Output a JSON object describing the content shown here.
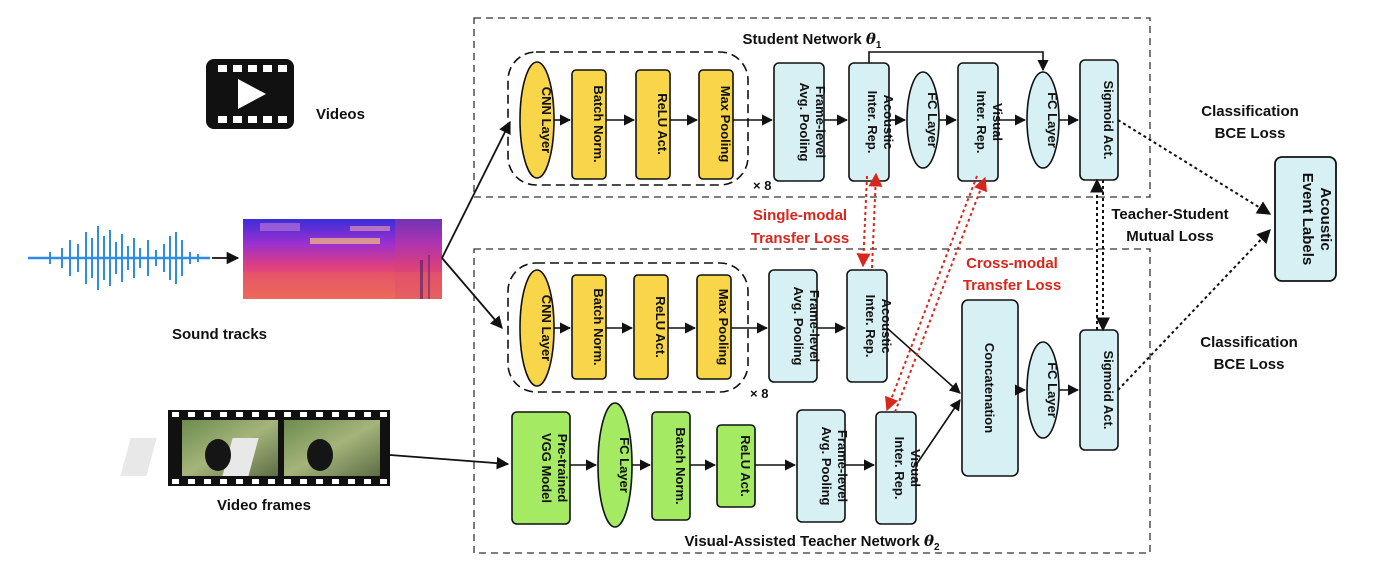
{
  "colors": {
    "yellow": "#f9d649",
    "blue": "#d6f0f4",
    "green": "#a4ea62",
    "red_arrow": "#d9261c"
  },
  "inputs": {
    "videos_label": "Videos",
    "sound_label": "Sound tracks",
    "frames_label": "Video frames",
    "video_icon": "play-video-icon"
  },
  "student": {
    "title": "Student Network",
    "theta": "θ",
    "theta_sub": "1",
    "repeat": "× 8",
    "blocks": {
      "cnn": "CNN Layer",
      "bn": "Batch Norm.",
      "relu": "ReLU Act.",
      "pool": "Max Pooling",
      "frame_pool": [
        "Frame-level",
        "Avg. Pooling"
      ],
      "acoustic": [
        "Acoustic",
        "Inter. Rep."
      ],
      "fc1": "FC Layer",
      "visual": [
        "Visual",
        "Inter. Rep."
      ],
      "fc2": "FC Layer",
      "sigmoid": "Sigmoid Act."
    }
  },
  "teacher": {
    "title": "Visual-Assisted Teacher Network",
    "theta": "θ",
    "theta_sub": "2",
    "repeat": "× 8",
    "audio_blocks": {
      "cnn": "CNN Layer",
      "bn": "Batch Norm.",
      "relu": "ReLU Act.",
      "pool": "Max Pooling",
      "frame_pool": [
        "Frame-level",
        "Avg. Pooling"
      ],
      "acoustic": [
        "Acoustic",
        "Inter. Rep."
      ]
    },
    "visual_blocks": {
      "vgg": [
        "Pre-trained",
        "VGG Model"
      ],
      "fc": "FC Layer",
      "bn": "Batch Norm.",
      "relu": "ReLU Act.",
      "frame_pool": [
        "Frame-level",
        "Avg. Pooling"
      ],
      "visual": [
        "Visual",
        "Inter. Rep."
      ]
    },
    "concat": "Concatenation",
    "fc": "FC Layer",
    "sigmoid": "Sigmoid Act."
  },
  "losses": {
    "single_modal": [
      "Single-modal",
      "Transfer Loss"
    ],
    "cross_modal": [
      "Cross-modal",
      "Transfer Loss"
    ],
    "mutual": [
      "Teacher-Student",
      "Mutual Loss"
    ],
    "bce_top": [
      "Classification",
      "BCE Loss"
    ],
    "bce_bottom": [
      "Classification",
      "BCE Loss"
    ]
  },
  "output": {
    "label": [
      "Acoustic",
      "Event Labels"
    ]
  }
}
